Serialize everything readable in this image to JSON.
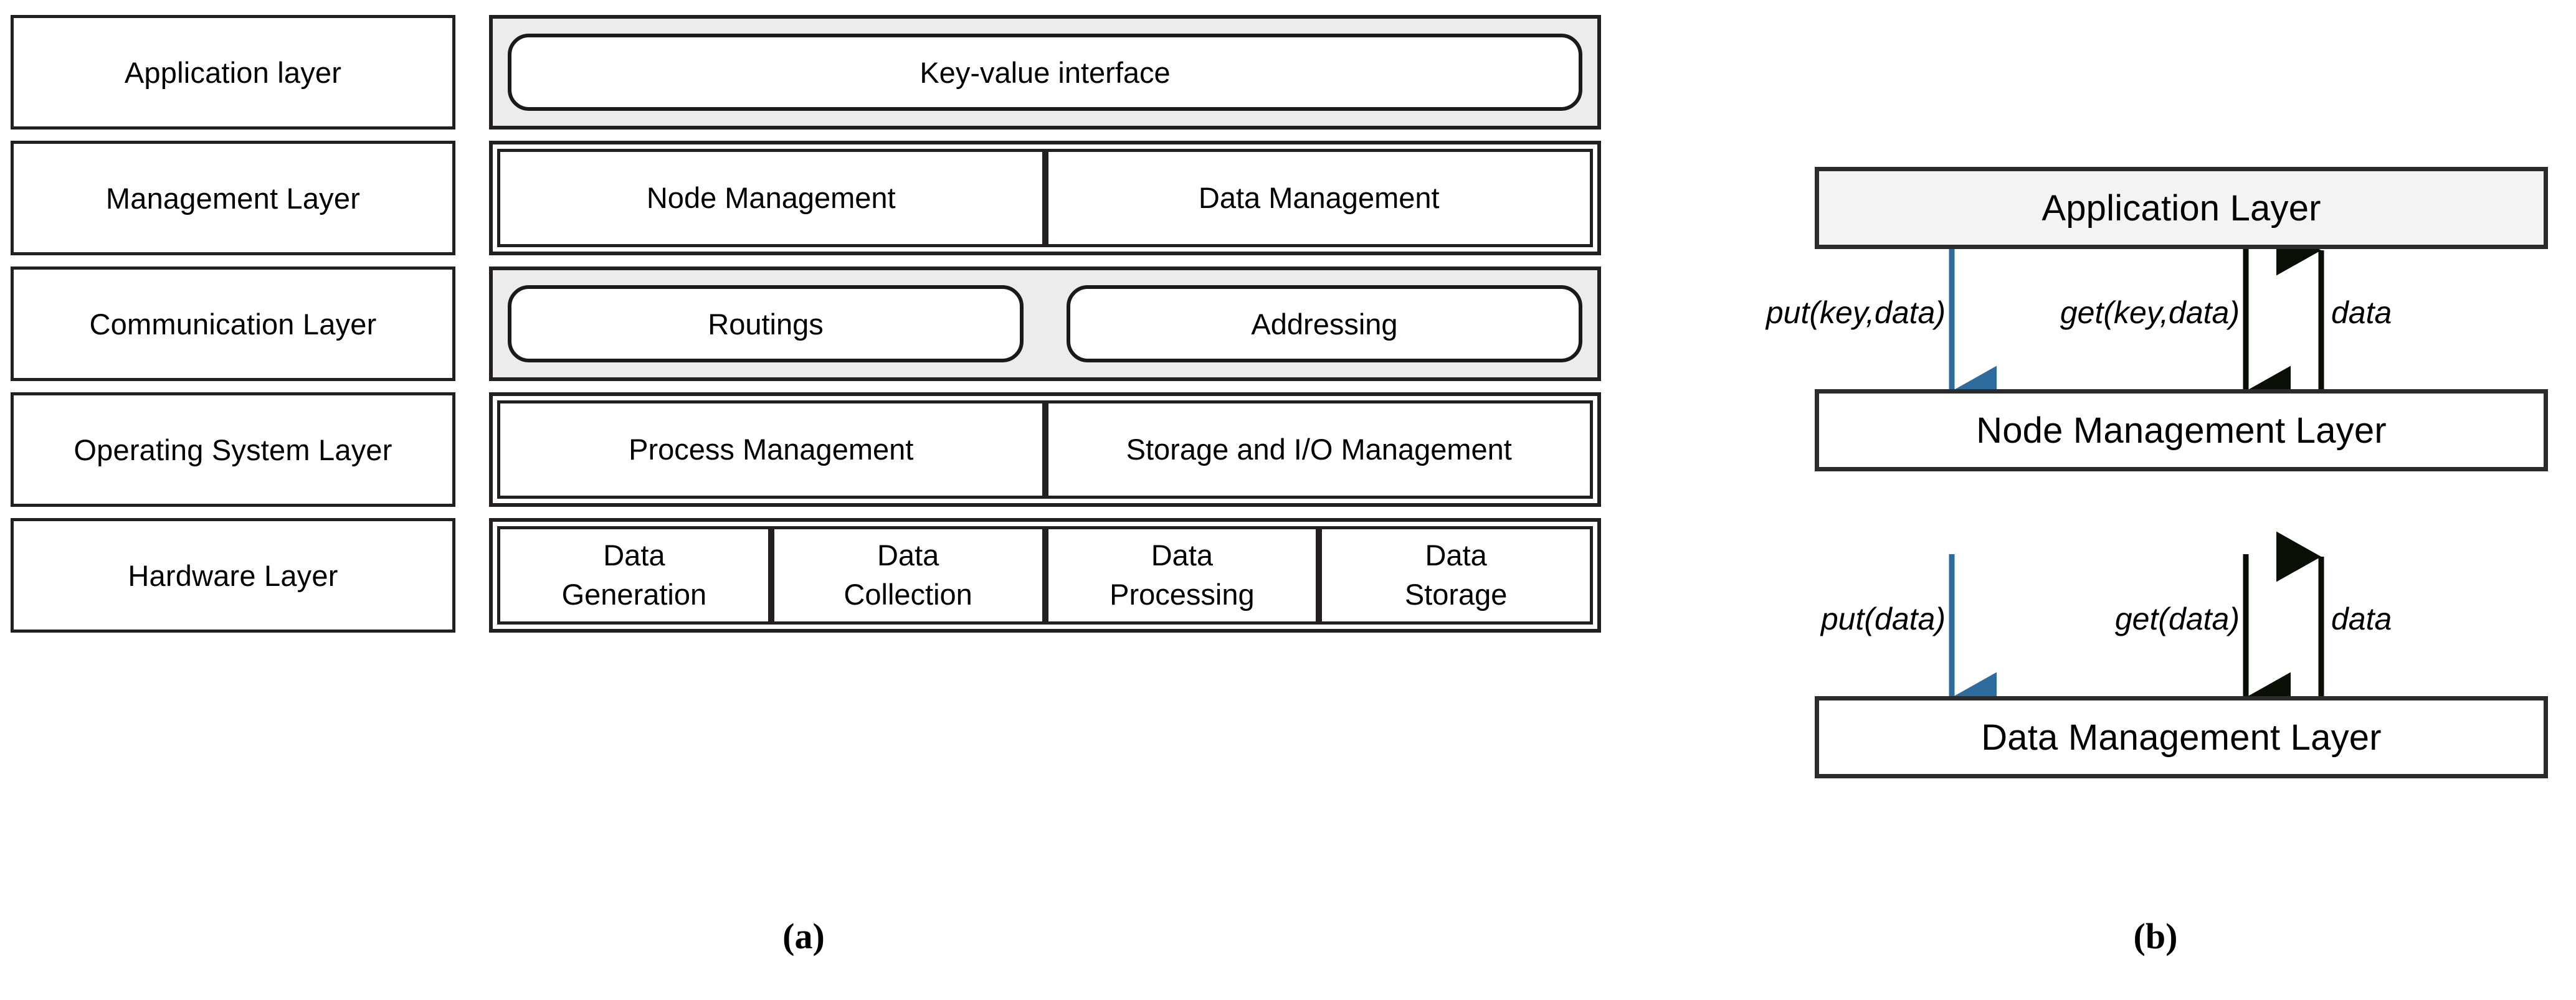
{
  "figure": {
    "captions": [
      {
        "id": "a",
        "text": "(a)"
      },
      {
        "id": "b",
        "text": "(b)"
      }
    ]
  },
  "panel_a": {
    "rows": [
      {
        "label": "Application layer",
        "style": "shaded",
        "kind": "pill",
        "items": [
          {
            "text": "Key-value interface"
          }
        ]
      },
      {
        "label": "Management Layer",
        "style": "plain",
        "kind": "subbox",
        "items": [
          {
            "text": "Node Management"
          },
          {
            "text": "Data Management"
          }
        ]
      },
      {
        "label": "Communication Layer",
        "style": "shaded",
        "kind": "pill",
        "items": [
          {
            "text": "Routings"
          },
          {
            "text": "Addressing"
          }
        ]
      },
      {
        "label": "Operating System Layer",
        "style": "plain",
        "kind": "subbox",
        "items": [
          {
            "text": "Process Management"
          },
          {
            "text": "Storage and I/O Management"
          }
        ]
      },
      {
        "label": "Hardware Layer",
        "style": "plain",
        "kind": "subbox",
        "items": [
          {
            "text": "Data\nGeneration",
            "line1": "Data",
            "line2": "Generation"
          },
          {
            "text": "Data\nCollection",
            "line1": "Data",
            "line2": "Collection"
          },
          {
            "text": "Data\nProcessing",
            "line1": "Data",
            "line2": "Processing"
          },
          {
            "text": "Data\nStorage",
            "line1": "Data",
            "line2": "Storage"
          }
        ]
      }
    ]
  },
  "panel_b": {
    "boxes": [
      {
        "id": "application-layer",
        "label": "Application Layer",
        "style": "shaded"
      },
      {
        "id": "node-management-layer",
        "label": "Node Management Layer",
        "style": "plain"
      },
      {
        "id": "data-management-layer",
        "label": "Data Management Layer",
        "style": "plain"
      }
    ],
    "arrows": [
      {
        "id": "put-key-data",
        "label": "put(key,data)",
        "color": "#2e6c9e",
        "direction": "down",
        "from": "application-layer",
        "to": "node-management-layer"
      },
      {
        "id": "get-key-data",
        "label": "get(key,data)",
        "color": "#0a0f06",
        "direction": "down",
        "from": "application-layer",
        "to": "node-management-layer"
      },
      {
        "id": "data-up-top",
        "label": "data",
        "color": "#0a0f06",
        "direction": "up",
        "from": "node-management-layer",
        "to": "application-layer"
      },
      {
        "id": "put-data",
        "label": "put(data)",
        "color": "#2e6c9e",
        "direction": "down",
        "from": "node-management-layer",
        "to": "data-management-layer"
      },
      {
        "id": "get-data",
        "label": "get(data)",
        "color": "#0a0f06",
        "direction": "down",
        "from": "node-management-layer",
        "to": "data-management-layer"
      },
      {
        "id": "data-up-bottom",
        "label": "data",
        "color": "#0a0f06",
        "direction": "up",
        "from": "data-management-layer",
        "to": "node-management-layer"
      }
    ]
  },
  "colors": {
    "arrow_blue": "#2e6c9e",
    "arrow_black": "#0a0f06",
    "box_stroke": "#231f20",
    "shade_fill_a": "#ececec",
    "shade_fill_b": "#f3f3f3"
  }
}
